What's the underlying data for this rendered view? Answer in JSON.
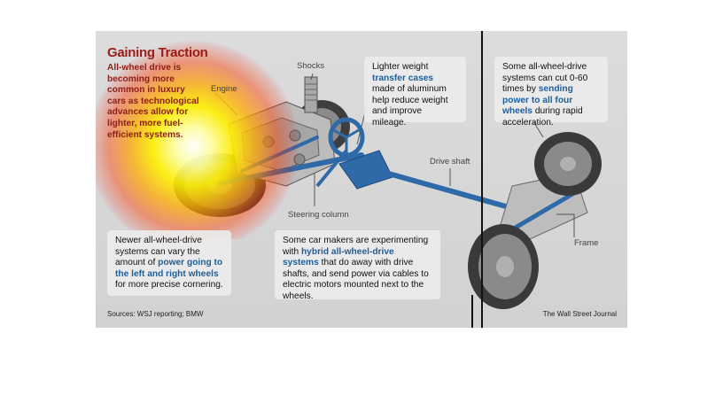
{
  "title": "Gaining Traction",
  "intro": "All-wheel drive is becoming more common in luxury cars as technological advances allow for lighter, more fuel-efficient systems.",
  "labels": {
    "shocks": "Shocks",
    "engine": "Engine",
    "drive_shaft": "Drive shaft",
    "steering_column": "Steering column",
    "frame": "Frame"
  },
  "callouts": {
    "transfer": {
      "pre": "Lighter weight ",
      "hl": "transfer cases",
      "post": " made of aluminum help reduce weight and improve mileage."
    },
    "four_wheels": {
      "pre": "Some all-wheel-drive systems can cut 0-60 times by ",
      "hl": "sending power to all four wheels",
      "post": " during rapid acceleration."
    },
    "left_right": {
      "pre": "Newer all-wheel-drive systems can vary the amount of ",
      "hl": "power going to the left and right wheels",
      "post": " for more precise cornering."
    },
    "hybrid": {
      "pre": "Some car makers are experimenting with ",
      "hl": "hybrid all-wheel-drive systems",
      "post": " that do away with drive shafts, and send power via cables to electric motors mounted next to the wheels."
    }
  },
  "sources": "Sources: WSJ reporting; BMW",
  "credit": "The Wall Street Journal",
  "colors": {
    "title": "#9b1b17",
    "highlight": "#1d5f9c",
    "chassis_blue": "#2f6aa8"
  }
}
